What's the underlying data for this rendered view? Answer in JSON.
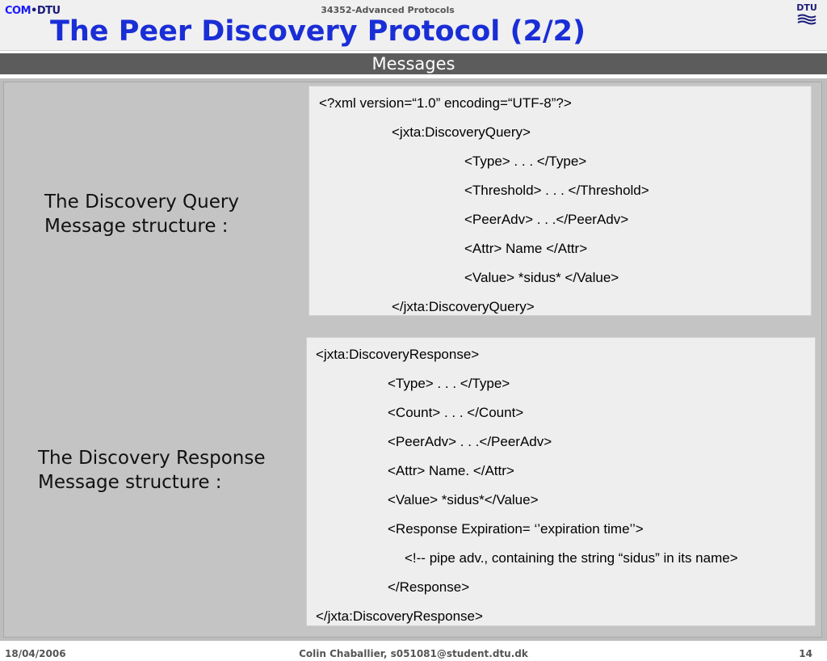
{
  "header": {
    "logo_left": {
      "part1": "COM",
      "sep": "•",
      "part2": "DTU"
    },
    "course": "34352-Advanced Protocols",
    "title": "The Peer Discovery Protocol (2/2)",
    "logo_right": "DTU",
    "logo_right_icon": "dtu-waves-icon"
  },
  "section_bar": {
    "label": "Messages"
  },
  "query": {
    "label": [
      "The Discovery Query",
      "Message structure :"
    ],
    "lines": [
      "<?xml version=“1.0” encoding=“UTF-8”?>",
      "<jxta:DiscoveryQuery>",
      "<Type> . . . </Type>",
      "<Threshold> . . . </Threshold>",
      "<PeerAdv> . . .</PeerAdv>",
      "<Attr> Name </Attr>",
      "<Value> *sidus* </Value>",
      "</jxta:DiscoveryQuery>"
    ]
  },
  "response": {
    "label": [
      "The Discovery Response",
      "Message structure :"
    ],
    "lines": [
      "<jxta:DiscoveryResponse>",
      "<Type> . . . </Type>",
      "<Count> . . . </Count>",
      "<PeerAdv> . . .</PeerAdv>",
      "<Attr> Name. </Attr>",
      "<Value> *sidus*</Value>",
      "<Response Expiration= ‘’expiration time’’>",
      "<!-- pipe adv., containing the string “sidus” in its name>",
      "</Response>",
      "</jxta:DiscoveryResponse>"
    ]
  },
  "footer": {
    "date": "18/04/2006",
    "author": "Colin Chaballier, s051081@student.dtu.dk",
    "page": "14"
  }
}
